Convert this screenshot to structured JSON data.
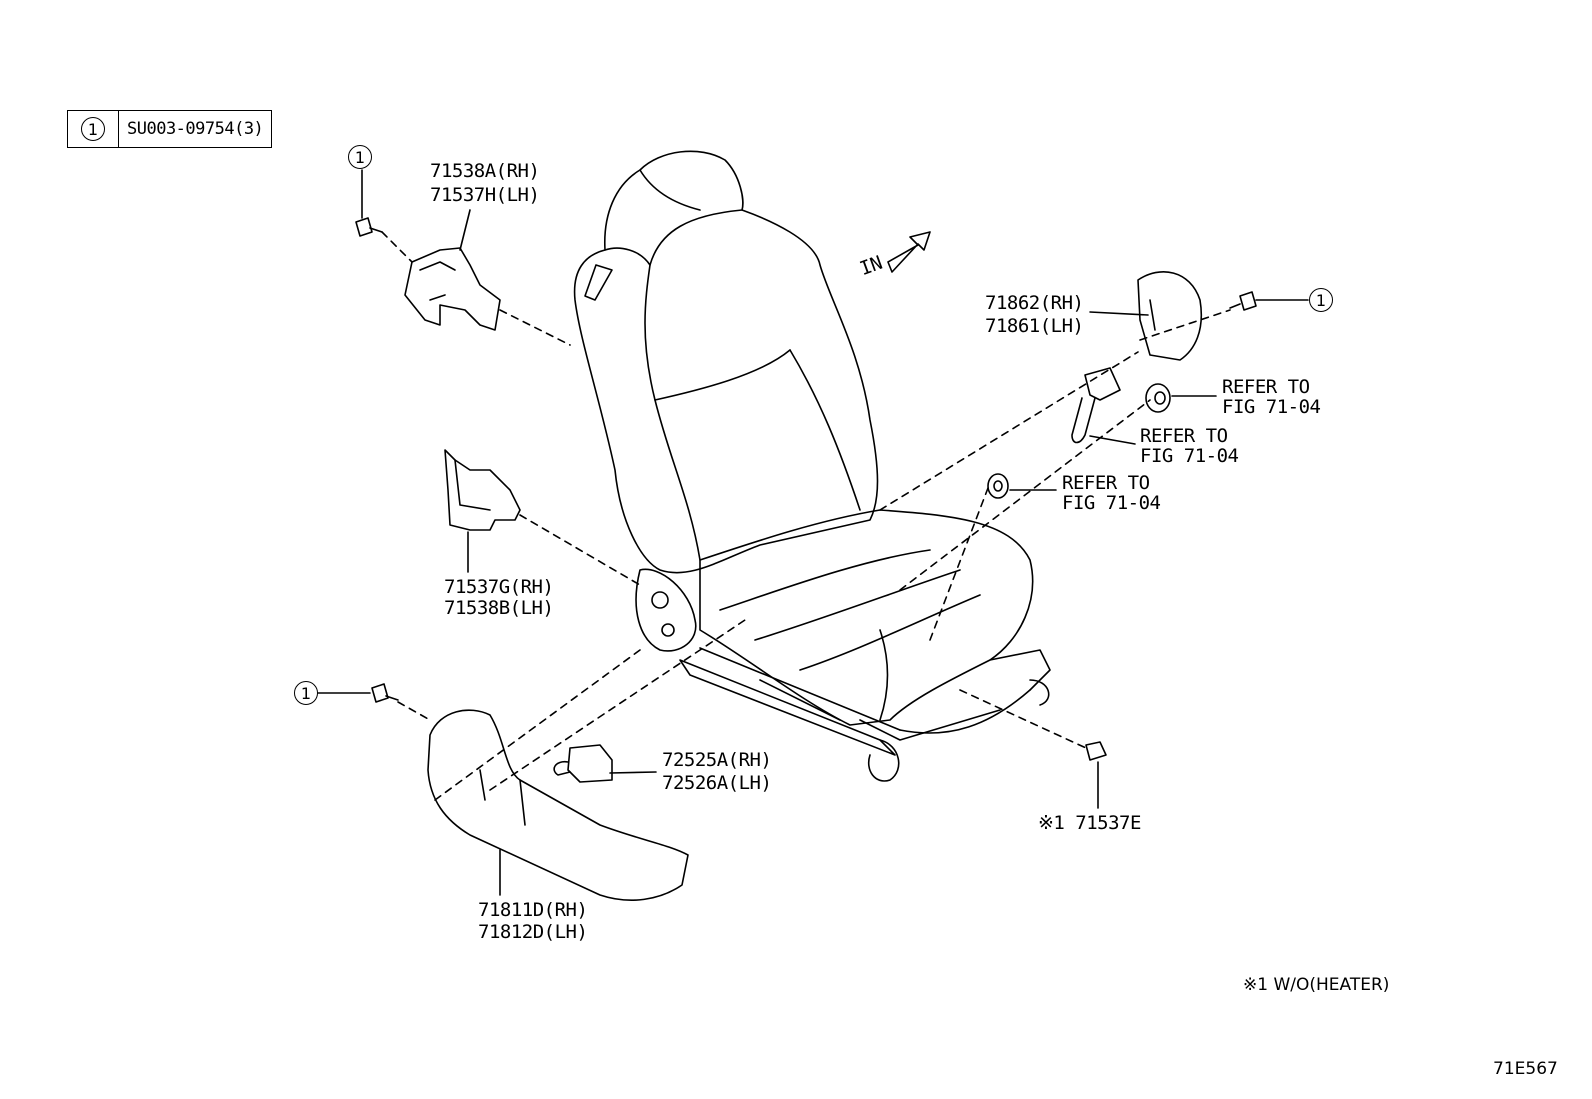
{
  "legend": {
    "symbol": "1",
    "part": "SU003-09754(3)"
  },
  "callouts": {
    "c1": "1",
    "c2": "1",
    "c3": "1"
  },
  "labels": {
    "back_panel_rh": "71538A(RH)",
    "back_panel_lh": "71537H(LH)",
    "cover_rh": "71862(RH)",
    "cover_lh": "71861(LH)",
    "refer1_a": "REFER TO",
    "refer1_b": "FIG 71-04",
    "refer2_a": "REFER TO",
    "refer2_b": "FIG 71-04",
    "refer3_a": "REFER TO",
    "refer3_b": "FIG 71-04",
    "bracket_rh": "71537G(RH)",
    "bracket_lh": "71538B(LH)",
    "knob_rh": "72525A(RH)",
    "knob_lh": "72526A(LH)",
    "shield_rh": "71811D(RH)",
    "shield_lh": "71812D(LH)",
    "clip": "※1 71537E",
    "in_arrow": "IN",
    "note": "※1 W/O(HEATER)",
    "figure_code": "71E567"
  }
}
